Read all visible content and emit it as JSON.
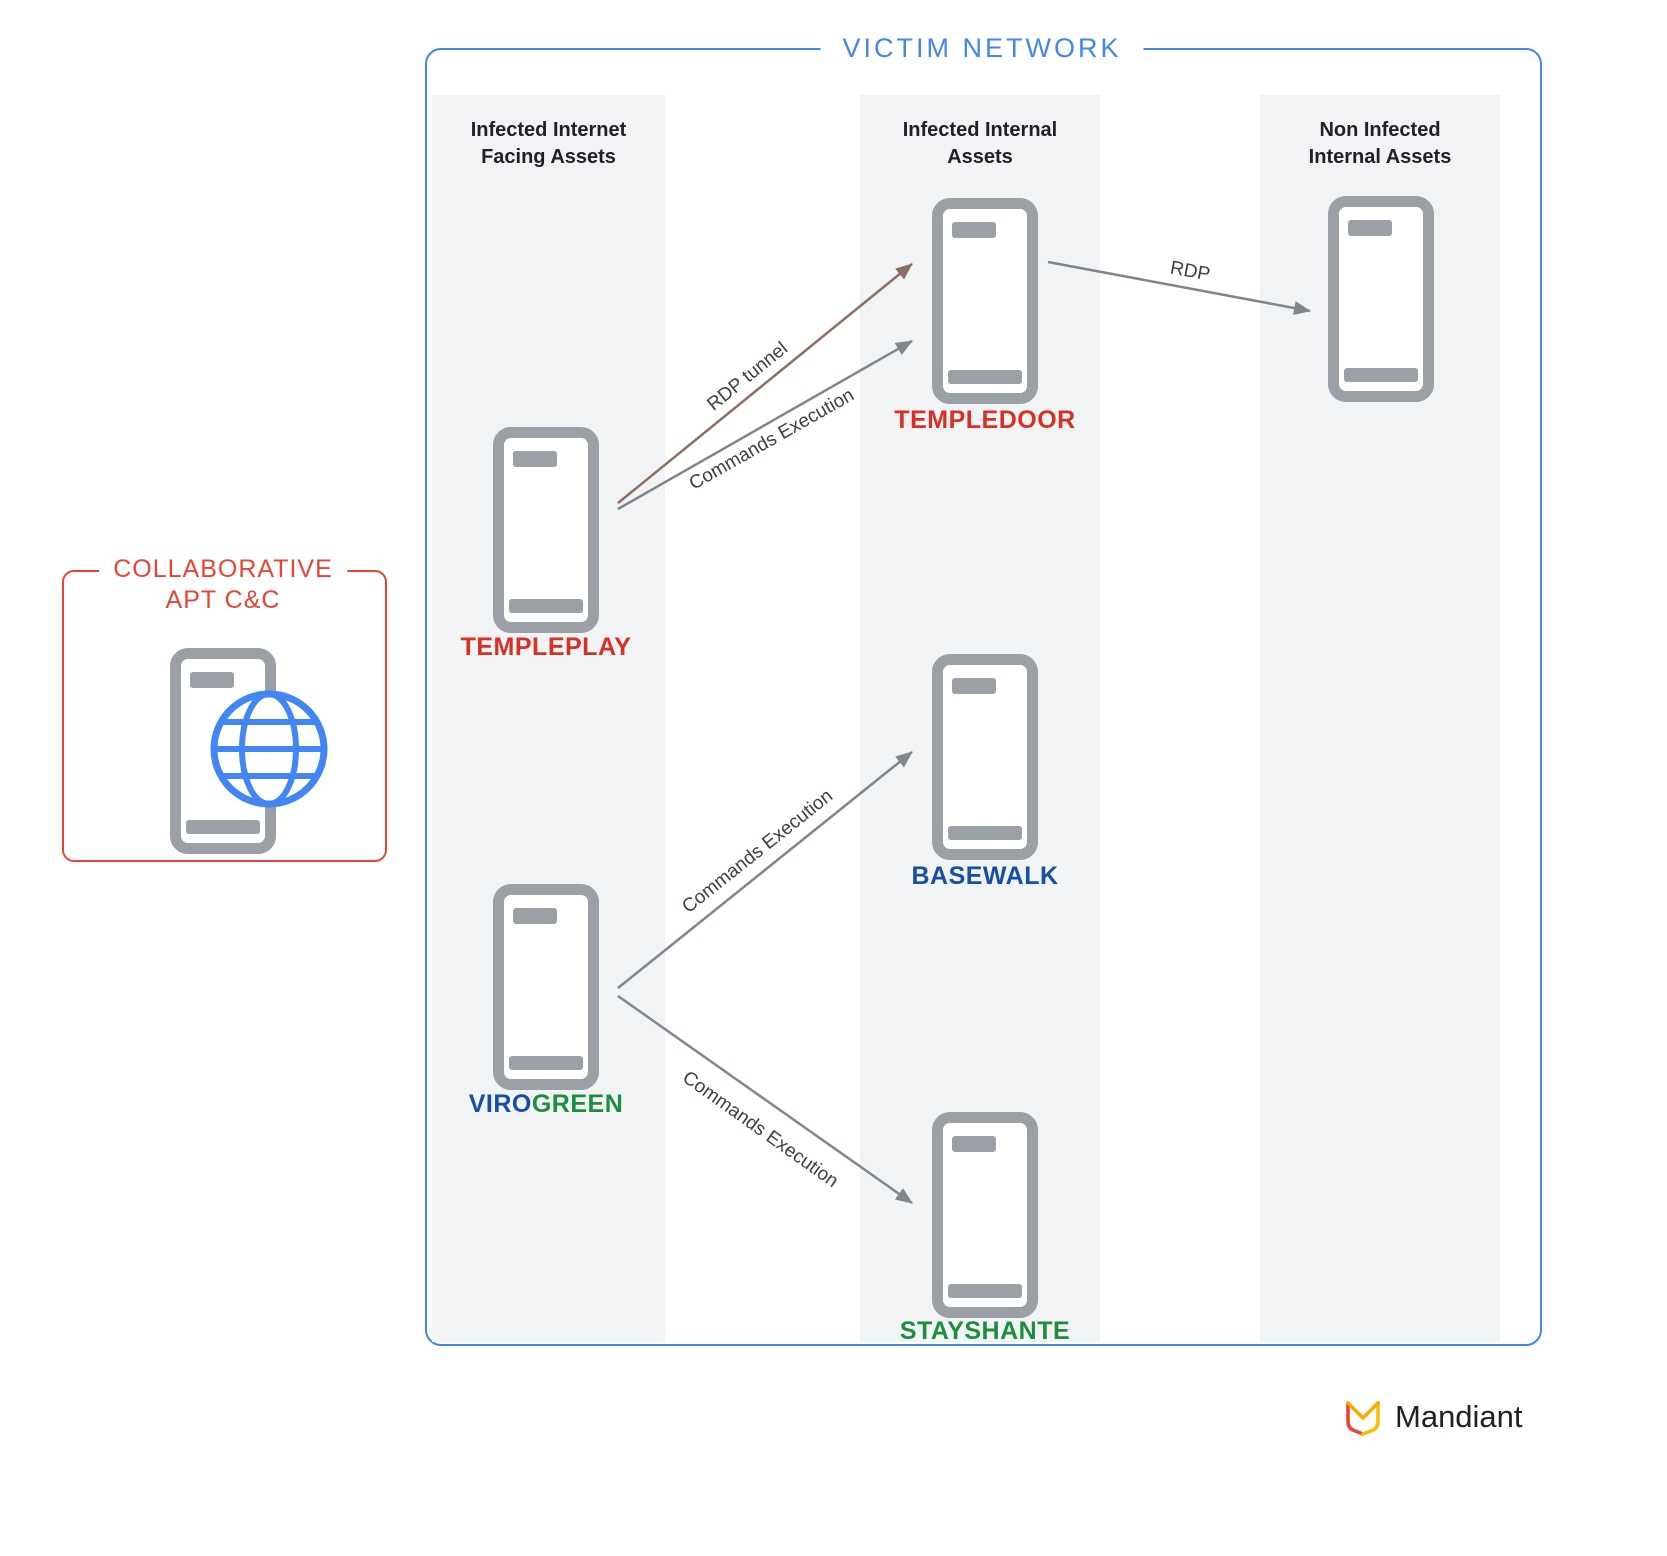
{
  "colors": {
    "network_border": "#4285f4",
    "cnc_border": "#ea4335",
    "label_red": "#d93025",
    "label_blue": "#174ea6",
    "label_green": "#1e8e3e",
    "server_gray": "#9aa0a6",
    "column_bg": "#f1f3f4",
    "arrow_gray": "#80868b",
    "arrow_rdp_tunnel": "#8d6e63"
  },
  "icons": {
    "server": "server-tower-icon",
    "globe": "globe-icon",
    "brand_logo": "mandiant-logo-icon"
  },
  "cnc": {
    "title_line1": "COLLABORATIVE",
    "title_line2": "APT C&C"
  },
  "network": {
    "title": "VICTIM NETWORK",
    "columns": [
      {
        "label": "Infected Internet\nFacing Assets"
      },
      {
        "label": "Infected Internal\nAssets"
      },
      {
        "label": "Non Infected\nInternal Assets"
      }
    ]
  },
  "servers": {
    "templeplay": {
      "label": "TEMPLEPLAY"
    },
    "templedoor": {
      "label": "TEMPLEDOOR"
    },
    "basewalk": {
      "label": "BASEWALK"
    },
    "virogreen": {
      "label_part1": "VIRO",
      "label_part2": "GREEN"
    },
    "stayshante": {
      "label": "STAYSHANTE"
    }
  },
  "arrows": [
    {
      "label": "RDP tunnel"
    },
    {
      "label": "Commands Execution"
    },
    {
      "label": "RDP"
    },
    {
      "label": "Commands Execution"
    },
    {
      "label": "Commands Execution"
    }
  ],
  "footer": {
    "brand": "Mandiant"
  }
}
